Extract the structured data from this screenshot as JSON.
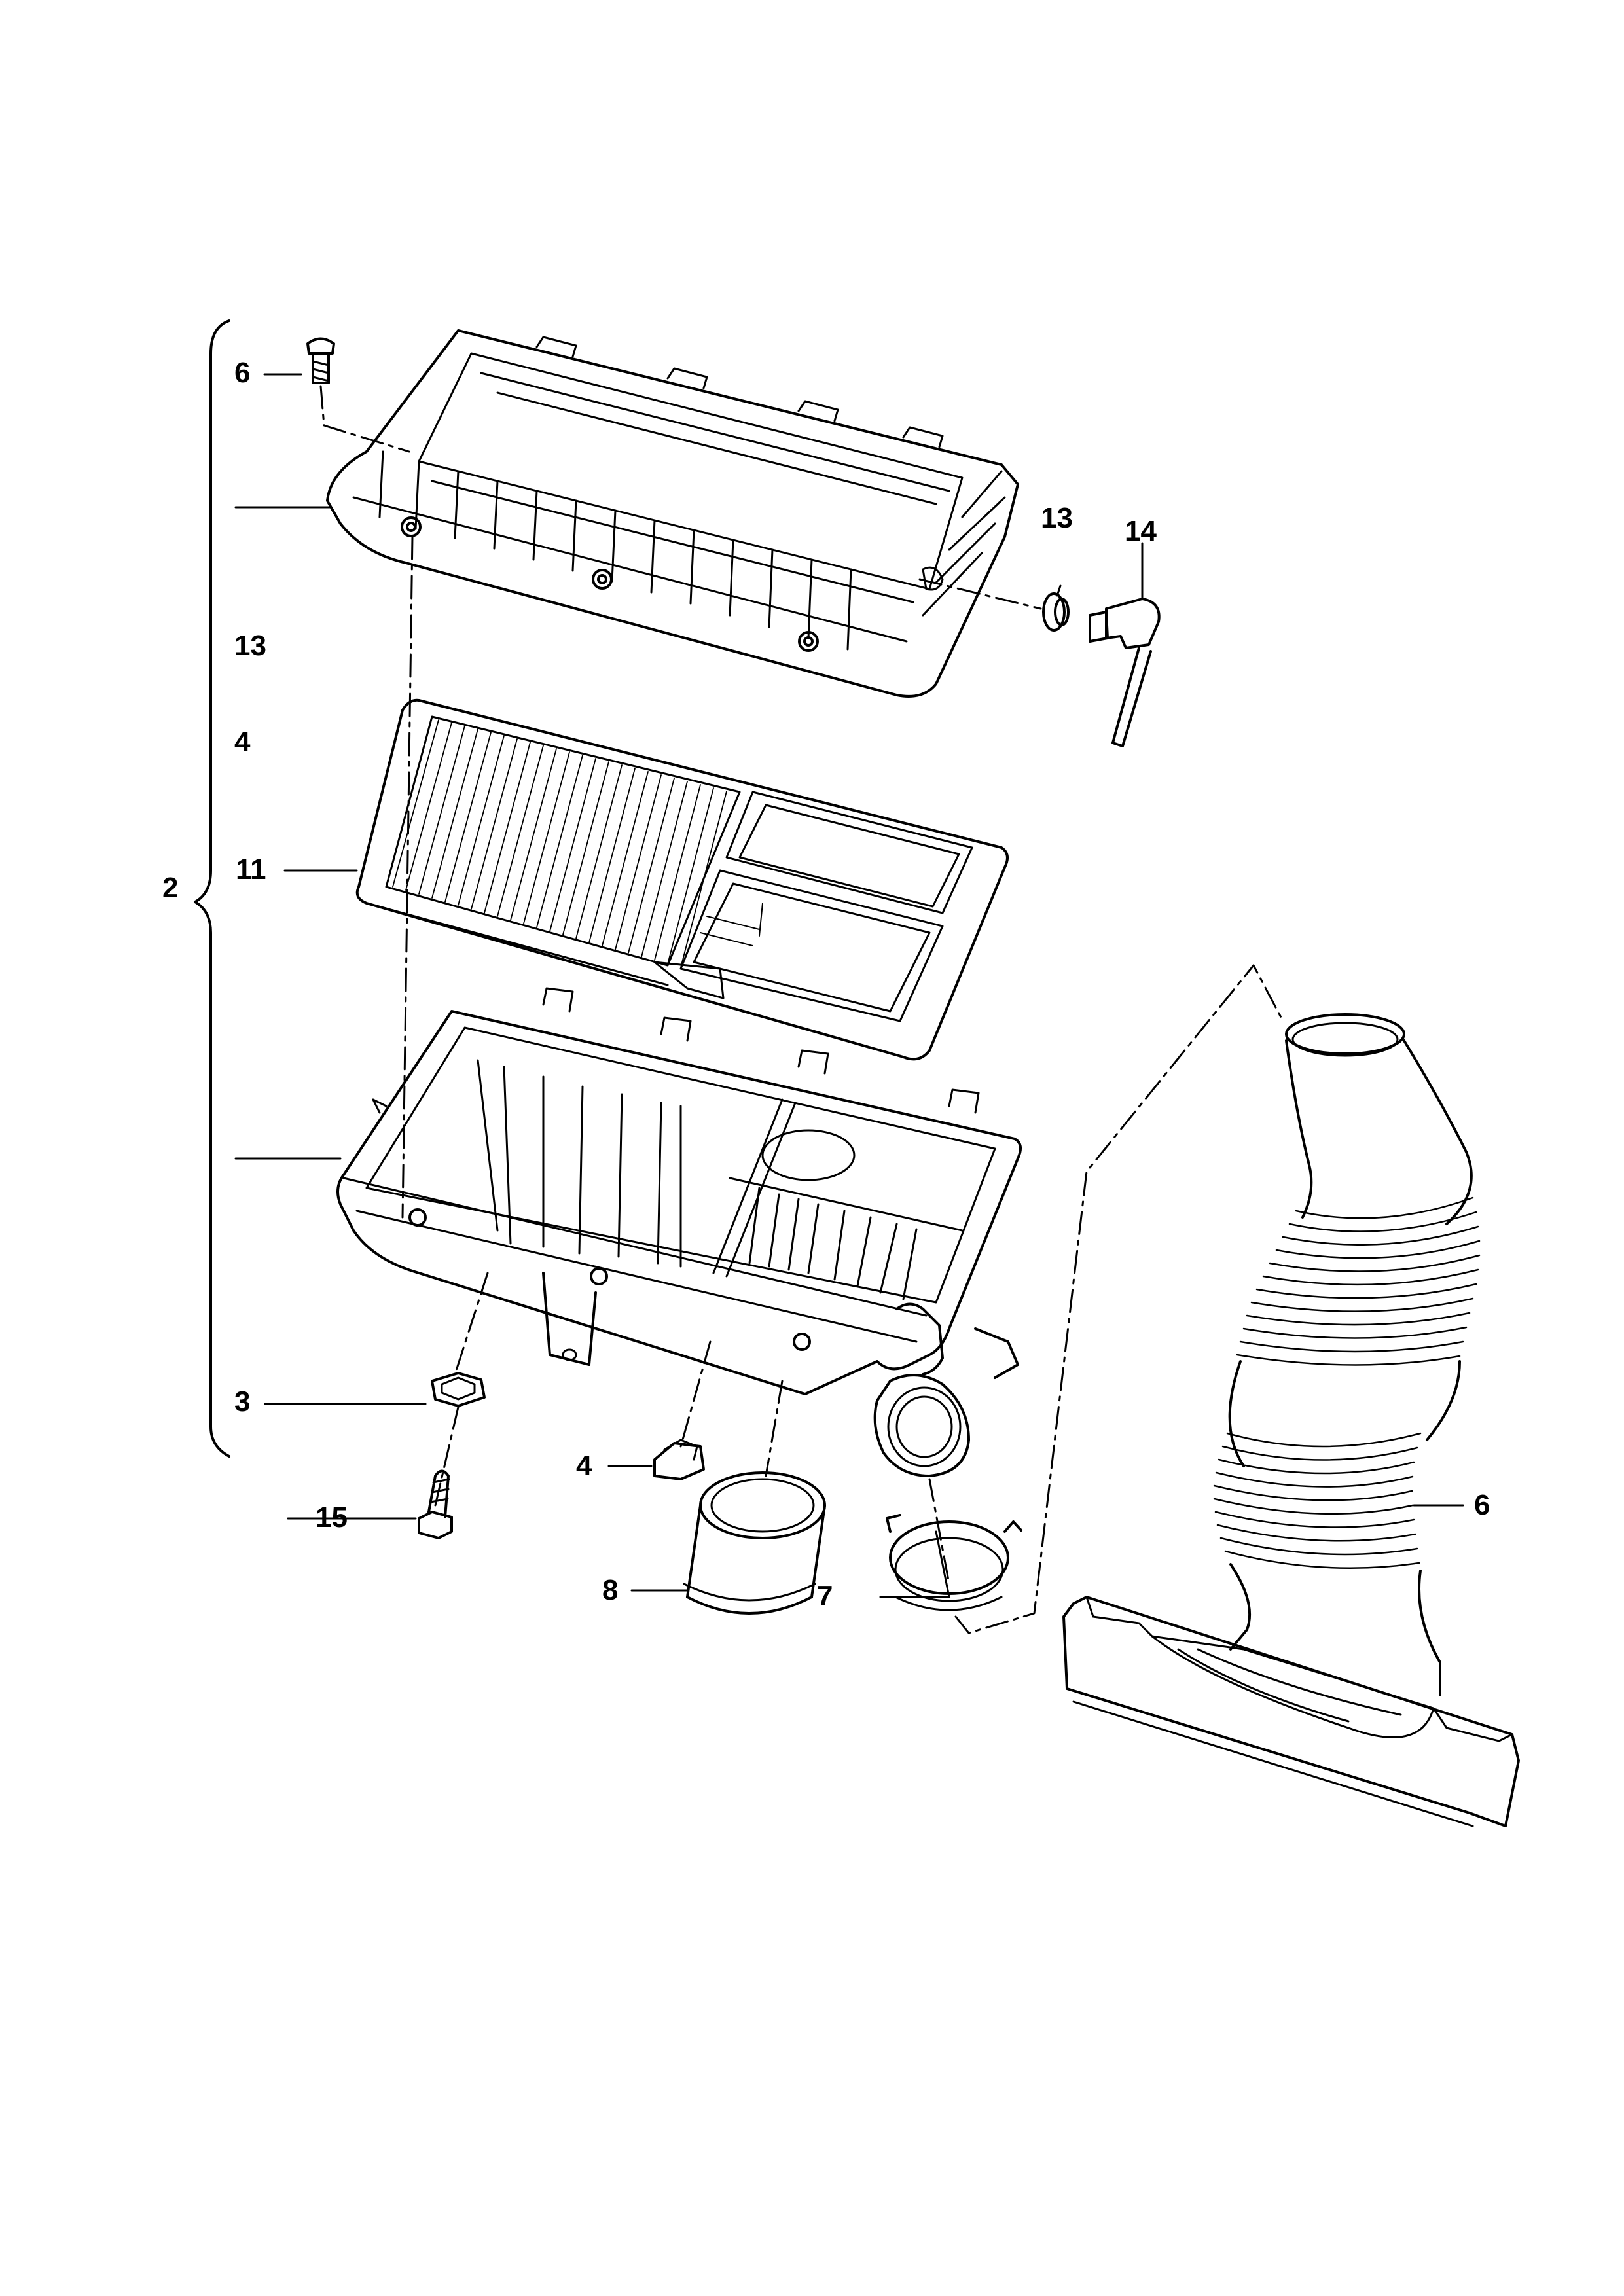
{
  "diagram": {
    "callouts": [
      {
        "id": "c-6-screw",
        "text": "6"
      },
      {
        "id": "c-13-left",
        "text": "13"
      },
      {
        "id": "c-4-left",
        "text": "4"
      },
      {
        "id": "c-11",
        "text": "11"
      },
      {
        "id": "c-2",
        "text": "2"
      },
      {
        "id": "c-3",
        "text": "3"
      },
      {
        "id": "c-15",
        "text": "15"
      },
      {
        "id": "c-4-nut",
        "text": "4"
      },
      {
        "id": "c-8",
        "text": "8"
      },
      {
        "id": "c-7",
        "text": "7"
      },
      {
        "id": "c-13-grommet",
        "text": "13"
      },
      {
        "id": "c-14",
        "text": "14"
      },
      {
        "id": "c-6-hose",
        "text": "6"
      }
    ]
  },
  "colors": {
    "ink": "#000000",
    "paper": "#ffffff"
  }
}
